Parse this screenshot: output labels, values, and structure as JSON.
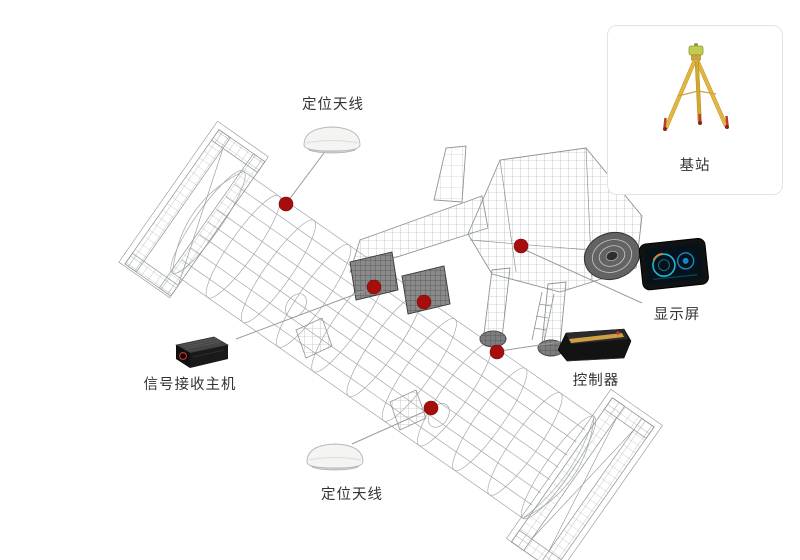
{
  "labels": {
    "antenna_top": "定位天线",
    "base_station": "基站",
    "display": "显示屏",
    "controller": "控制器",
    "receiver": "信号接收主机",
    "antenna_bottom": "定位天线"
  },
  "icons": {
    "antenna": "gps-dome-antenna-icon",
    "base_station": "survey-tripod-icon",
    "display": "dashboard-display-icon",
    "controller": "controller-console-icon",
    "receiver": "receiver-box-icon",
    "marker": "red-dot-marker"
  },
  "colors": {
    "marker_dot": "#a60d0d",
    "leader_line": "#9a9a9a",
    "wireframe": "#a2a8ac",
    "label_text": "#333333",
    "base_box_border": "#e3e3e3",
    "tripod_yellow": "#e3b640",
    "display_accent": "#1fb9d6",
    "controller_band": "#cfa043",
    "receiver_ring": "#b23a31"
  },
  "diagram": {
    "marker_count": 6
  }
}
